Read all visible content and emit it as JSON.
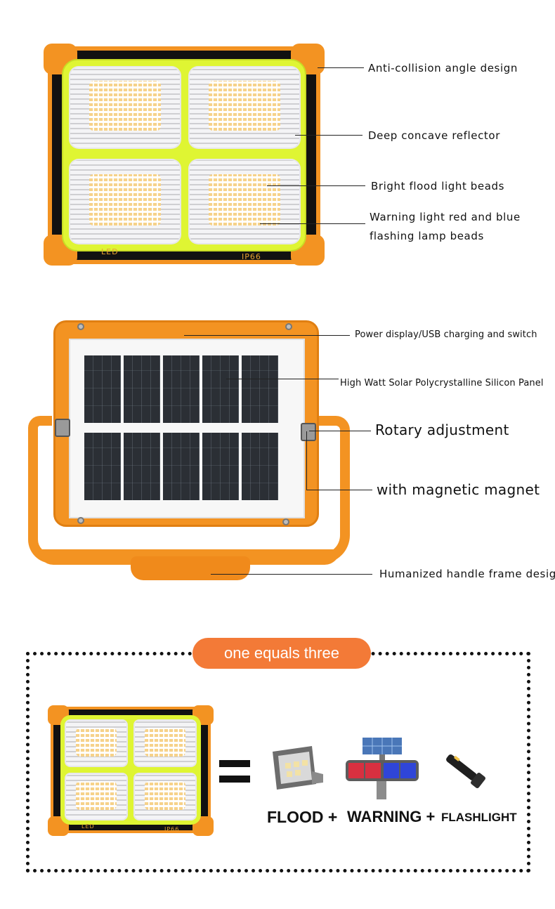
{
  "callouts_front": {
    "anti_collision": "Anti-collision angle design",
    "reflector": "Deep concave reflector",
    "beads": "Bright flood light beads",
    "warning_line1": "Warning light red and blue",
    "warning_line2": "flashing lamp beads"
  },
  "lamp_markings": {
    "led": "LED",
    "ip": "IP66"
  },
  "callouts_back": {
    "power": "Power display/USB charging and switch",
    "solar": "High Watt Solar Polycrystalline Silicon Panel",
    "rotary": "Rotary adjustment",
    "magnet": "with magnetic magnet",
    "handle": "Humanized handle frame design"
  },
  "bottom": {
    "banner": "one equals three",
    "flood": "FLOOD +",
    "warning": "WARNING +",
    "flashlight": "FLASHLIGHT"
  },
  "colors": {
    "orange": "#f39322",
    "yellow_green": "#dff533",
    "banner": "#f37a37"
  },
  "icons": [
    "flood-light-icon",
    "warning-light-icon",
    "flashlight-icon"
  ]
}
